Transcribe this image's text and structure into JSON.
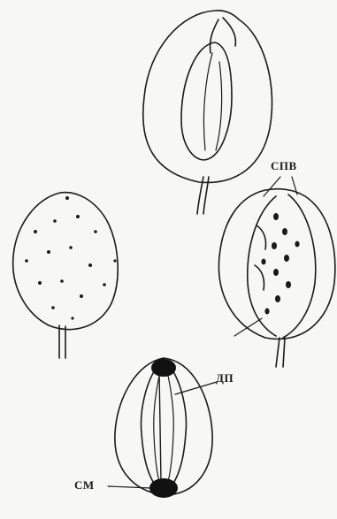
{
  "figure": {
    "labels": {
      "label_1": "СПВ",
      "label_2": "ДП",
      "label_3": "СМ"
    }
  },
  "colors": {
    "background": "#f7f7f5",
    "ink": "#1a1a1a"
  }
}
